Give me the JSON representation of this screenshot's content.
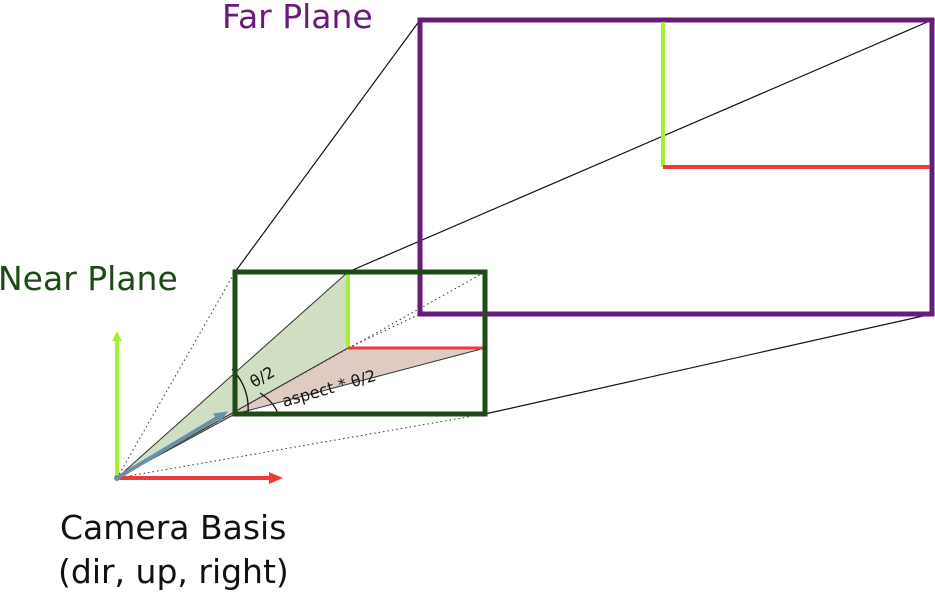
{
  "labels": {
    "far_plane": "Far Plane",
    "near_plane": "Near Plane",
    "theta_half": "θ/2",
    "aspect_theta": "aspect * θ/2",
    "camera_basis_line1": "Camera Basis",
    "camera_basis_line2": "(dir, up, right)"
  },
  "colors": {
    "far_plane": "#6a1a7a",
    "near_plane": "#1d4a16",
    "up_vector": "#a4ef3a",
    "right_vector": "#ef3a3a",
    "dir_vector": "#6a90a8",
    "vertical_fill": "#a9c48f",
    "horizontal_fill": "#c9a898",
    "text": "#111111"
  }
}
